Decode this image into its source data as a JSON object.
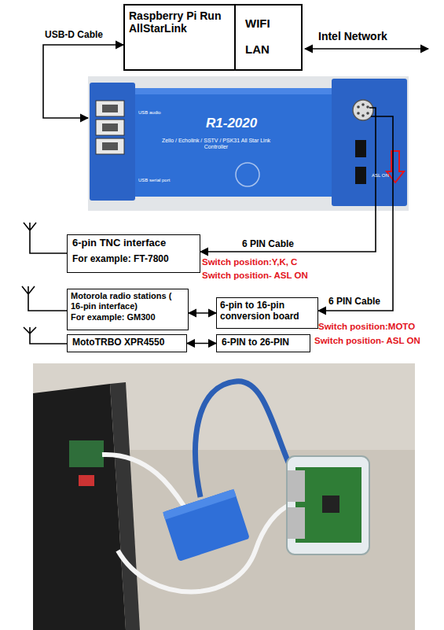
{
  "diagram": {
    "nodes": [
      {
        "text": [
          "Raspberry Pi Run AllStarLink"
        ]
      },
      {
        "text": [
          "WIFI",
          "LAN"
        ]
      },
      {
        "text": [
          "R1-2020",
          "Zello / Echolink / SSTV / PSK31 All Star Link Controller"
        ]
      },
      {
        "text": [
          "6-pin TNC interface",
          "For example: FT-7800"
        ]
      },
      {
        "text": [
          "Motorola radio stations ( 16-pin interface)",
          "For example: GM300"
        ]
      },
      {
        "text": [
          "6-pin to 16-pin conversion board"
        ]
      },
      {
        "text": [
          "MotoTRBO XPR4550"
        ]
      },
      {
        "text": [
          "6-PIN to 26-PIN"
        ]
      }
    ],
    "edges": [
      {
        "from": 2,
        "to": 0,
        "arrow": "both",
        "label": "USB-D Cable"
      },
      {
        "from": 2,
        "to": 3,
        "arrow": "to",
        "label": "6 PIN Cable"
      },
      {
        "from": 2,
        "to": 5,
        "arrow": "to",
        "label": "6 PIN Cable"
      },
      {
        "from": 4,
        "to": 5,
        "arrow": "both"
      },
      {
        "from": 6,
        "to": 7,
        "arrow": "both"
      }
    ],
    "labels": [
      "Intel Network",
      "Switch position:Y,K, C",
      "Switch position- ASL ON",
      "Switch position:MOTO",
      "Switch position- ASL ON",
      "USB audio",
      "USB serial port",
      "ASL ON"
    ]
  }
}
